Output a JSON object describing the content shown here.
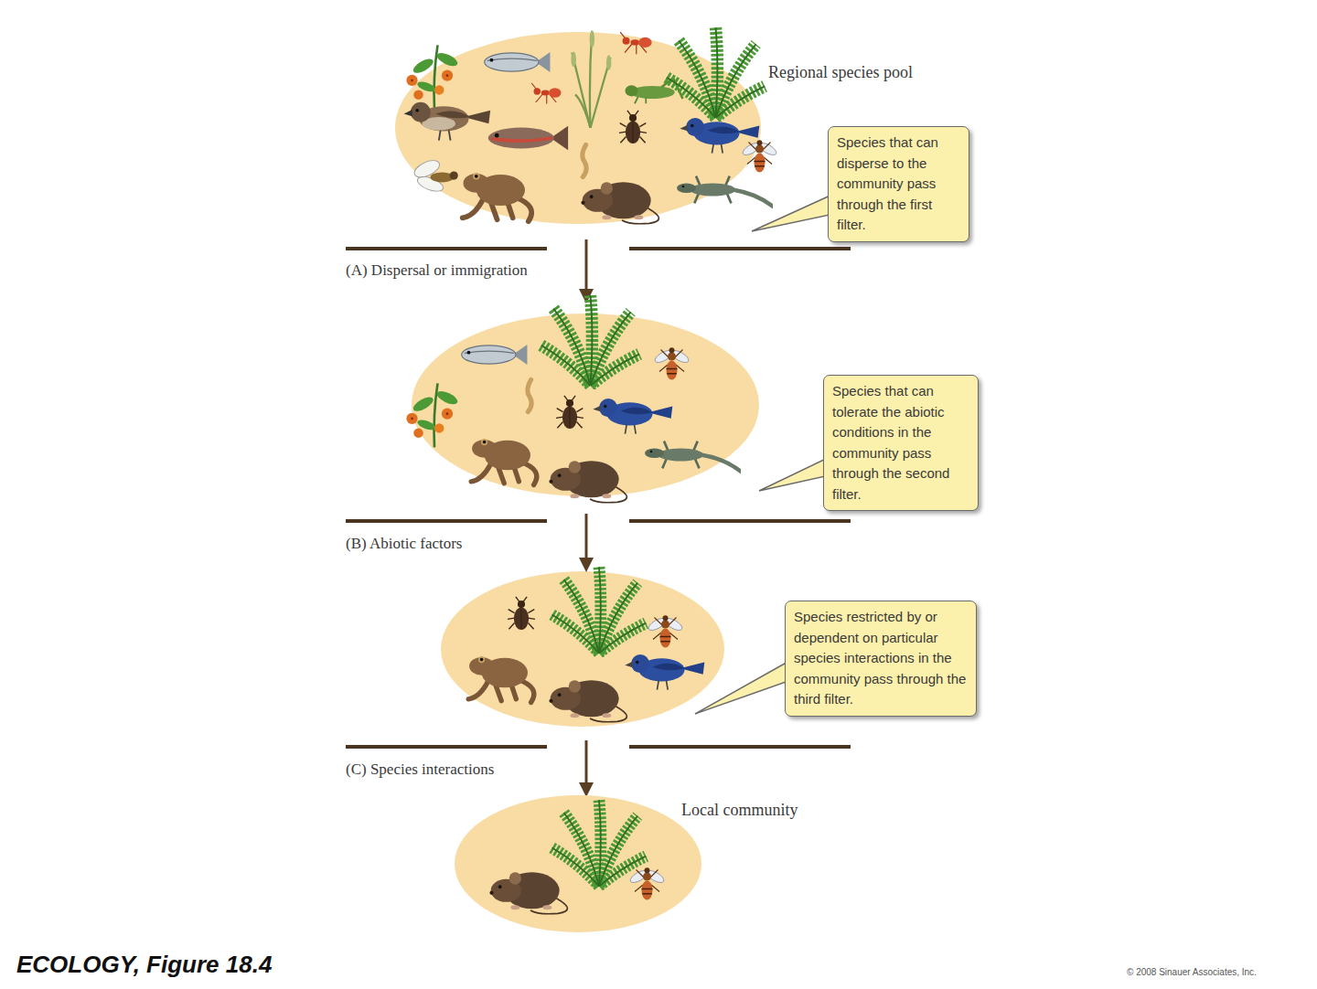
{
  "diagram": {
    "caption": "ECOLOGY, Figure 18.4",
    "nodes": [
      {
        "text": [
          "Regional species pool"
        ]
      },
      {
        "text": [
          "Species that can disperse to the community pass through the first filter."
        ]
      },
      {
        "text": [
          "Species that can tolerate the abiotic conditions in the community pass through the second filter."
        ]
      },
      {
        "text": [
          "Species restricted by or dependent on particular species interactions in the community pass through the third filter."
        ]
      },
      {
        "text": [
          "Local community"
        ]
      }
    ],
    "labels": [
      "(A) Dispersal or immigration",
      "(B) Abiotic factors",
      "(C) Species interactions",
      "© 2008 Sinauer Associates, Inc."
    ]
  }
}
